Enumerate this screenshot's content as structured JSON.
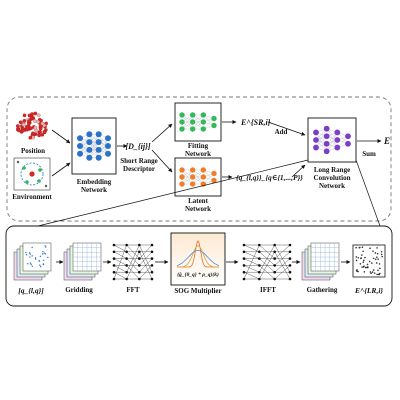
{
  "top_panel": {
    "position_label": "Position",
    "environment_label": "Environment",
    "embedding_label_1": "Embedding",
    "embedding_label_2": "Network",
    "descriptor_math": "[D_{ij}]",
    "descriptor_label_1": "Short Range",
    "descriptor_label_2": "Descriptor",
    "fitting_label_1": "Fitting",
    "fitting_label_2": "Network",
    "latent_label_1": "Latent",
    "latent_label_2": "Network",
    "esr_math": "E^{SR,i}",
    "add_label": "Add",
    "latent_output_math": "{q_{l,q}}_{q∈{1,...,P}}",
    "lrc_label_1": "Long Range",
    "lrc_label_2": "Convolution",
    "lrc_label_3": "Network",
    "sum_label": "Sum",
    "energy_math": "E"
  },
  "bottom_panel": {
    "q_grid_math": "[q_{l,q}]",
    "gridding_label": "Gridding",
    "fft_label": "FFT",
    "sog_label": "SOG Multiplier",
    "sog_formula": "(ĝ_{θ_q} * ρ_q)(k)",
    "ifft_label": "IFFT",
    "gathering_label": "Gathering",
    "elr_math": "E^{LR,i}"
  },
  "colors": {
    "embedding_nodes": "#2a73c9",
    "fitting_nodes": "#35b85a",
    "latent_nodes": "#f07d28",
    "lrc_nodes": "#7b3fc7",
    "position_dots": "#d62828",
    "sog_curve": "#e0702a"
  }
}
